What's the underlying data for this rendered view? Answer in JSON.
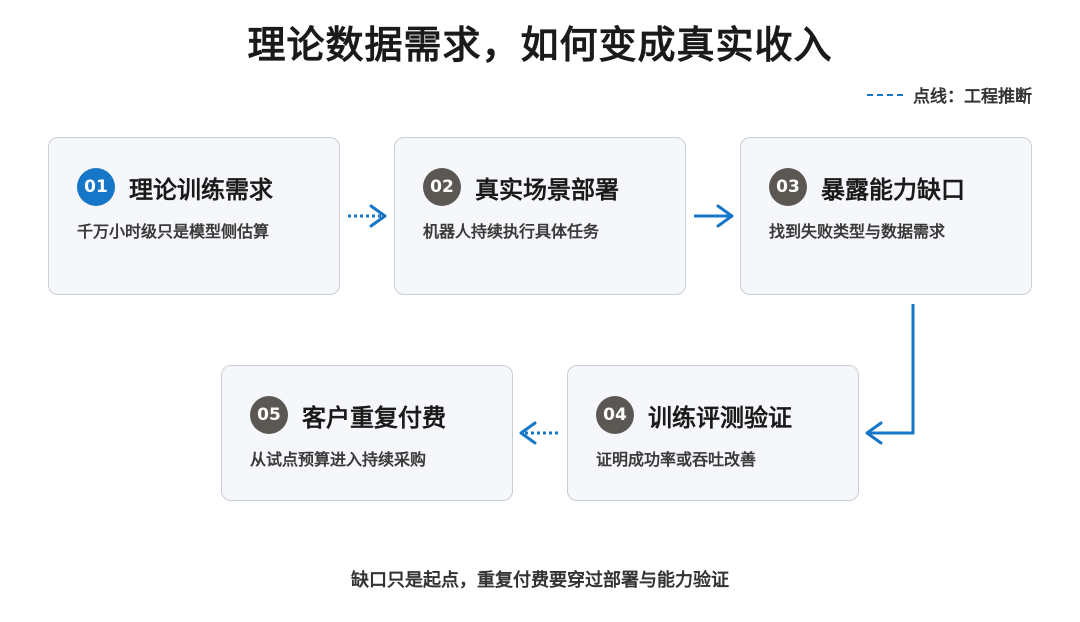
{
  "title": "理论数据需求，如何变成真实收入",
  "legend": {
    "label": "点线：工程推断",
    "color": "#1677c8"
  },
  "steps": [
    {
      "num": "01",
      "title": "理论训练需求",
      "desc": "千万小时级只是模型侧估算"
    },
    {
      "num": "02",
      "title": "真实场景部署",
      "desc": "机器人持续执行具体任务"
    },
    {
      "num": "03",
      "title": "暴露能力缺口",
      "desc": "找到失败类型与数据需求"
    },
    {
      "num": "04",
      "title": "训练评测验证",
      "desc": "证明成功率或吞吐改善"
    },
    {
      "num": "05",
      "title": "客户重复付费",
      "desc": "从试点预算进入持续采购"
    }
  ],
  "caption": "缺口只是起点，重复付费要穿过部署与能力验证",
  "colors": {
    "accent": "#1677c8",
    "badge": "#5b5753",
    "card_bg": "#f5f7fa",
    "card_border": "#c9cfd6"
  }
}
